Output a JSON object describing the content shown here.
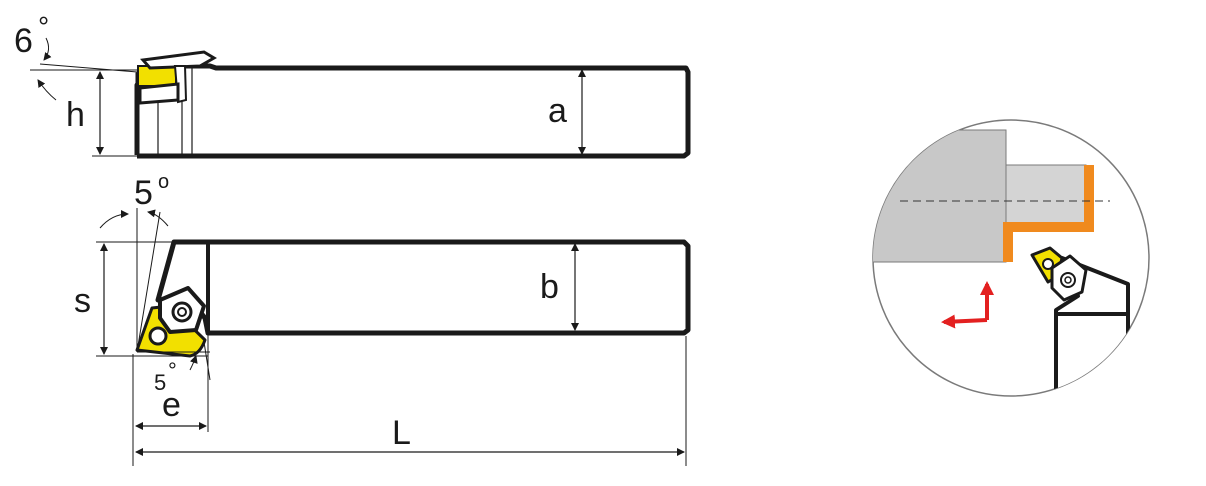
{
  "labels": {
    "clearance_top": "6",
    "clearance_top_unit": "°",
    "h": "h",
    "a": "a",
    "approach_angle": "5",
    "approach_angle_unit": "o",
    "s": "s",
    "b": "b",
    "lead_angle": "5",
    "lead_angle_unit": "°",
    "e": "e",
    "L": "L"
  },
  "colors": {
    "outline": "#1a1a1a",
    "insert_yellow": "#f2e000",
    "workpiece_orange": "#f08a1e",
    "workpiece_gray": "#c8c8c8",
    "arrow_red": "#e32020"
  },
  "icons": {
    "feed_arrow": "feed-direction-arrows-icon",
    "insert": "trigon-insert-icon"
  }
}
